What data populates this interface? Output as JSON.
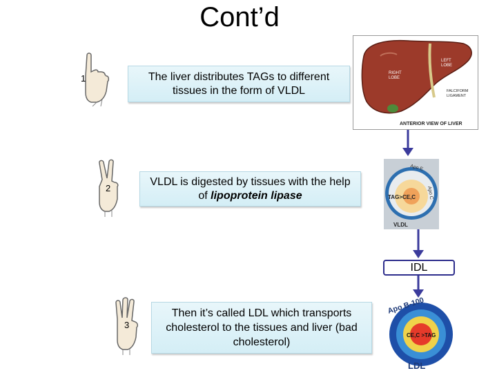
{
  "title": "Cont’d",
  "steps": [
    {
      "number": "1",
      "text": "The liver distributes TAGs to different tissues in the form of VLDL"
    },
    {
      "number": "2",
      "text_before": "VLDL is digested by tissues with the help of ",
      "text_emphasis": "lipoprotein lipase"
    },
    {
      "number": "3",
      "text": "Then it’s called LDL which transports cholesterol to the tissues and liver (bad cholesterol)"
    }
  ],
  "liver_image": {
    "left_lobe_label_1": "LEFT",
    "left_lobe_label_2": "LOBE",
    "right_lobe_label_1": "RIGHT",
    "right_lobe_label_2": "LOBE",
    "ligament_label_1": "FALCIFORM",
    "ligament_label_2": "LIGAMENT",
    "caption": "ANTERIOR VIEW OF LIVER"
  },
  "vldl_image": {
    "apo_e": "Apo E",
    "apo_c": "Apo C",
    "core": "TAG>CE,C",
    "caption": "VLDL"
  },
  "idl_label": "IDL",
  "ldl_image": {
    "apo": "Apo B-100",
    "core": "CE,C >TAG",
    "caption": "LDL"
  },
  "colors": {
    "arrow": "#3b3b9c",
    "box_fill": "#dff2f8",
    "liver": "#9c3a2a"
  }
}
